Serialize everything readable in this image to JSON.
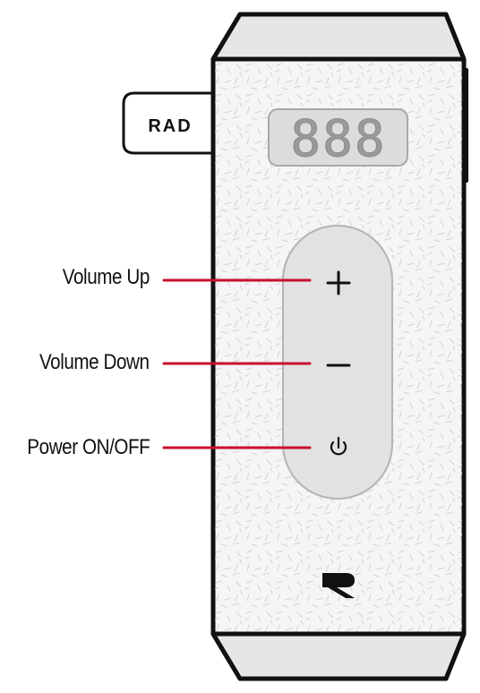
{
  "tag": {
    "text": "RAD"
  },
  "display": {
    "digits": "888"
  },
  "callouts": [
    {
      "label": "Volume Up",
      "button_icon": "plus-icon"
    },
    {
      "label": "Volume Down",
      "button_icon": "minus-icon"
    },
    {
      "label": "Power ON/OFF",
      "button_icon": "power-icon"
    }
  ],
  "colors": {
    "outline": "#111111",
    "body_fill": "#f4f4f4",
    "cap_fill": "#e6e6e6",
    "display_fill": "#dcdcdc",
    "button_panel_fill": "#e3e3e3",
    "callout_line": "#c8102e"
  },
  "logo": {
    "icon": "r-logo-icon"
  }
}
